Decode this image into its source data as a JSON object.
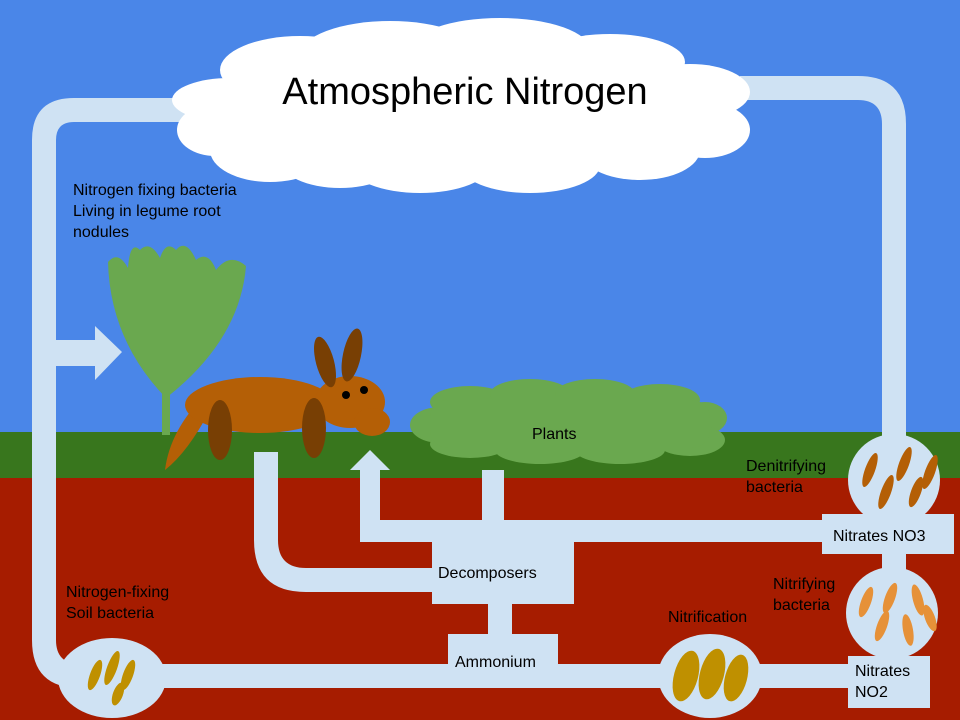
{
  "title": "Atmospheric Nitrogen",
  "labels": {
    "legume_bacteria": "Nitrogen fixing bacteria\nLiving in legume root\nnodules",
    "plants": "Plants",
    "denitrifying": "Denitrifying\nbacteria",
    "nitrates_no3": "Nitrates NO3",
    "nitrifying": "Nitrifying\nbacteria",
    "decomposers": "Decomposers",
    "soil_bacteria": "Nitrogen-fixing\nSoil bacteria",
    "nitrification": "Nitrification",
    "ammonium": "Ammonium",
    "nitrates_no2": "Nitrates\nNO2"
  },
  "colors": {
    "sky": "#4a86e8",
    "grass": "#38761d",
    "soil": "#a61c00",
    "pipe": "#cfe2f3",
    "cloud": "#ffffff",
    "plant_green": "#6aa84f",
    "animal_body": "#b45f06",
    "animal_ears": "#783f04",
    "bacteria_gold": "#bf9000",
    "bacteria_orange": "#e69138"
  }
}
